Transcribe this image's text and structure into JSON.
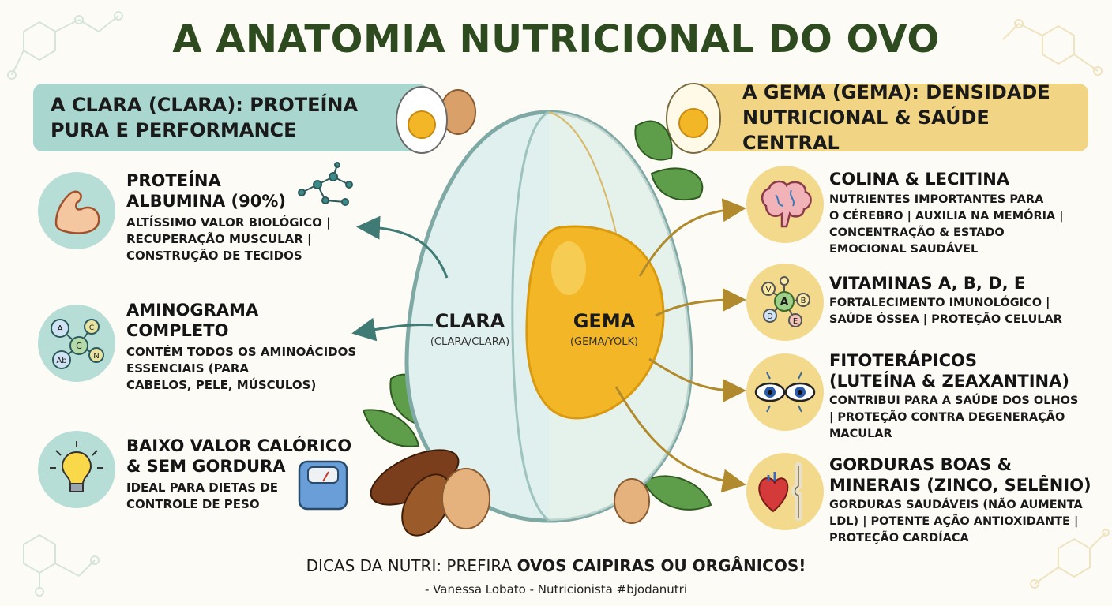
{
  "title": "A ANATOMIA NUTRICIONAL DO OVO",
  "left_banner": {
    "line1": "A CLARA (CLARA): PROTEÍNA",
    "line2": "PURA E PERFORMANCE"
  },
  "right_banner": {
    "line1": "A GEMA (GEMA): DENSIDADE",
    "line2": "NUTRICIONAL & SAÚDE CENTRAL"
  },
  "egg": {
    "clara_label": "CLARA",
    "clara_sub": "(CLARA/CLARA)",
    "gema_label": "GEMA",
    "gema_sub": "(GEMA/YOLK)"
  },
  "left_features": [
    {
      "title": [
        "PROTEÍNA",
        "ALBUMINA (90%)"
      ],
      "desc": [
        "ALTÍSSIMO VALOR BIOLÓGICO |",
        "RECUPERAÇÃO MUSCULAR |",
        "CONSTRUÇÃO DE TECIDOS"
      ],
      "icon": "muscle-arm-icon"
    },
    {
      "title": [
        "AMINOGRAMA",
        "COMPLETO"
      ],
      "desc": [
        "CONTÉM TODOS OS AMINOÁCIDOS",
        "ESSENCIAIS (PARA",
        "CABELOS, PELE, MÚSCULOS)"
      ],
      "icon": "amino-molecule-icon",
      "icon_letters": [
        "A",
        "C",
        "C",
        "Ab",
        "N"
      ]
    },
    {
      "title": [
        "BAIXO VALOR CALÓRICO",
        "& SEM GORDURA"
      ],
      "desc": [
        "IDEAL PARA DIETAS DE",
        "CONTROLE DE PESO"
      ],
      "icon": "lightbulb-icon"
    }
  ],
  "right_features": [
    {
      "title": [
        "COLINA & LECITINA"
      ],
      "desc": [
        "NUTRIENTES IMPORTANTES PARA",
        "O CÉREBRO | AUXILIA NA MEMÓRIA |",
        "CONCENTRAÇÃO & ESTADO",
        "EMOCIONAL SAUDÁVEL"
      ],
      "icon": "brain-icon"
    },
    {
      "title": [
        "VITAMINAS A, B, D, E"
      ],
      "desc": [
        "FORTALECIMENTO IMUNOLÓGICO |",
        "SAÚDE ÓSSEA | PROTEÇÃO CELULAR"
      ],
      "icon": "vitamin-molecule-icon",
      "icon_letters": [
        "V",
        "A",
        "B",
        "D",
        "E"
      ]
    },
    {
      "title": [
        "FITOTERÁPICOS",
        "(LUTEÍNA & ZEAXANTINA)"
      ],
      "desc": [
        "CONTRIBUI PARA A SAÚDE DOS OLHOS",
        "| PROTEÇÃO CONTRA DEGENERAÇÃO",
        "MACULAR"
      ],
      "icon": "eyes-icon"
    },
    {
      "title": [
        "GORDURAS BOAS &",
        "MINERAIS (ZINCO, SELÊNIO)"
      ],
      "desc": [
        "GORDURAS SAUDÁVEIS (NÃO AUMENTA",
        "LDL) | POTENTE AÇÃO ANTIOXIDANTE |",
        "PROTEÇÃO CARDÍACA"
      ],
      "icon": "heart-joint-icon"
    }
  ],
  "footer": {
    "tip_prefix": "DICAS DA NUTRI: PREFIRA ",
    "tip_bold": "OVOS CAIPIRAS OU ORGÂNICOS!",
    "signature": "- Vanessa Lobato - Nutricionista #bjodanutri"
  },
  "colors": {
    "title": "#2e4a1f",
    "clara_banner": "#a9d6cf",
    "gema_banner": "#f1d585",
    "yolk": "#f2b627",
    "arrow_left": "#3f7a74",
    "arrow_right": "#b08a2c"
  }
}
